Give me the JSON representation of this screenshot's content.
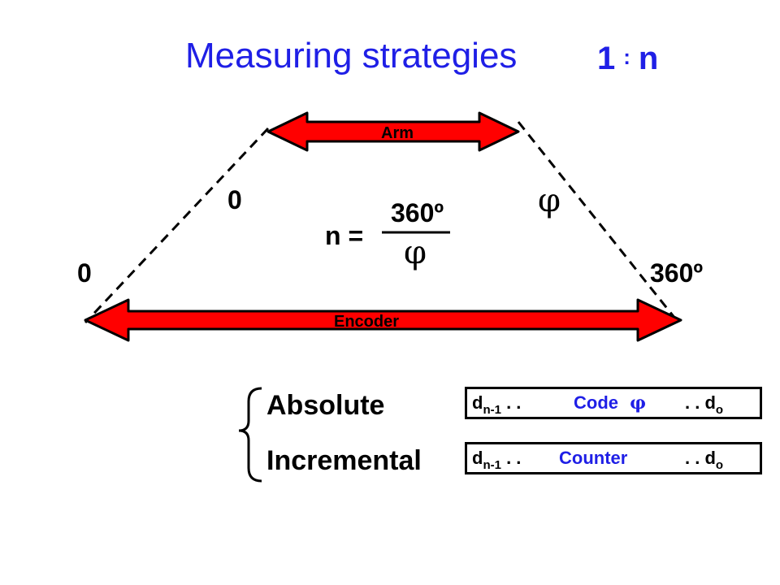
{
  "title": "Measuring strategies",
  "ratio": {
    "left": "1",
    "separator": ":",
    "right": "n"
  },
  "arm": {
    "label": "Arm"
  },
  "encoder": {
    "label": "Encoder"
  },
  "angles": {
    "arm_start": "0",
    "arm_end": "φ",
    "encoder_start": "0",
    "encoder_end": "360º"
  },
  "formula": {
    "lhs": "n =",
    "numerator": "360º",
    "denominator": "φ"
  },
  "strategies": [
    {
      "name": "Absolute",
      "register": {
        "msb": "d",
        "msb_sub": "n-1",
        "dots1": ". .",
        "content": "Code",
        "content_symbol": "φ",
        "dots2": ". .",
        "lsb": "d",
        "lsb_sub": "o"
      }
    },
    {
      "name": "Incremental",
      "register": {
        "msb": "d",
        "msb_sub": "n-1",
        "dots1": ". .",
        "content": "Counter",
        "content_symbol": "",
        "dots2": ". .",
        "lsb": "d",
        "lsb_sub": "o"
      }
    }
  ],
  "colors": {
    "title": "#1f1fe6",
    "arrow_fill": "#ff0000",
    "arrow_stroke": "#000000",
    "content_text": "#1f1fe6"
  }
}
